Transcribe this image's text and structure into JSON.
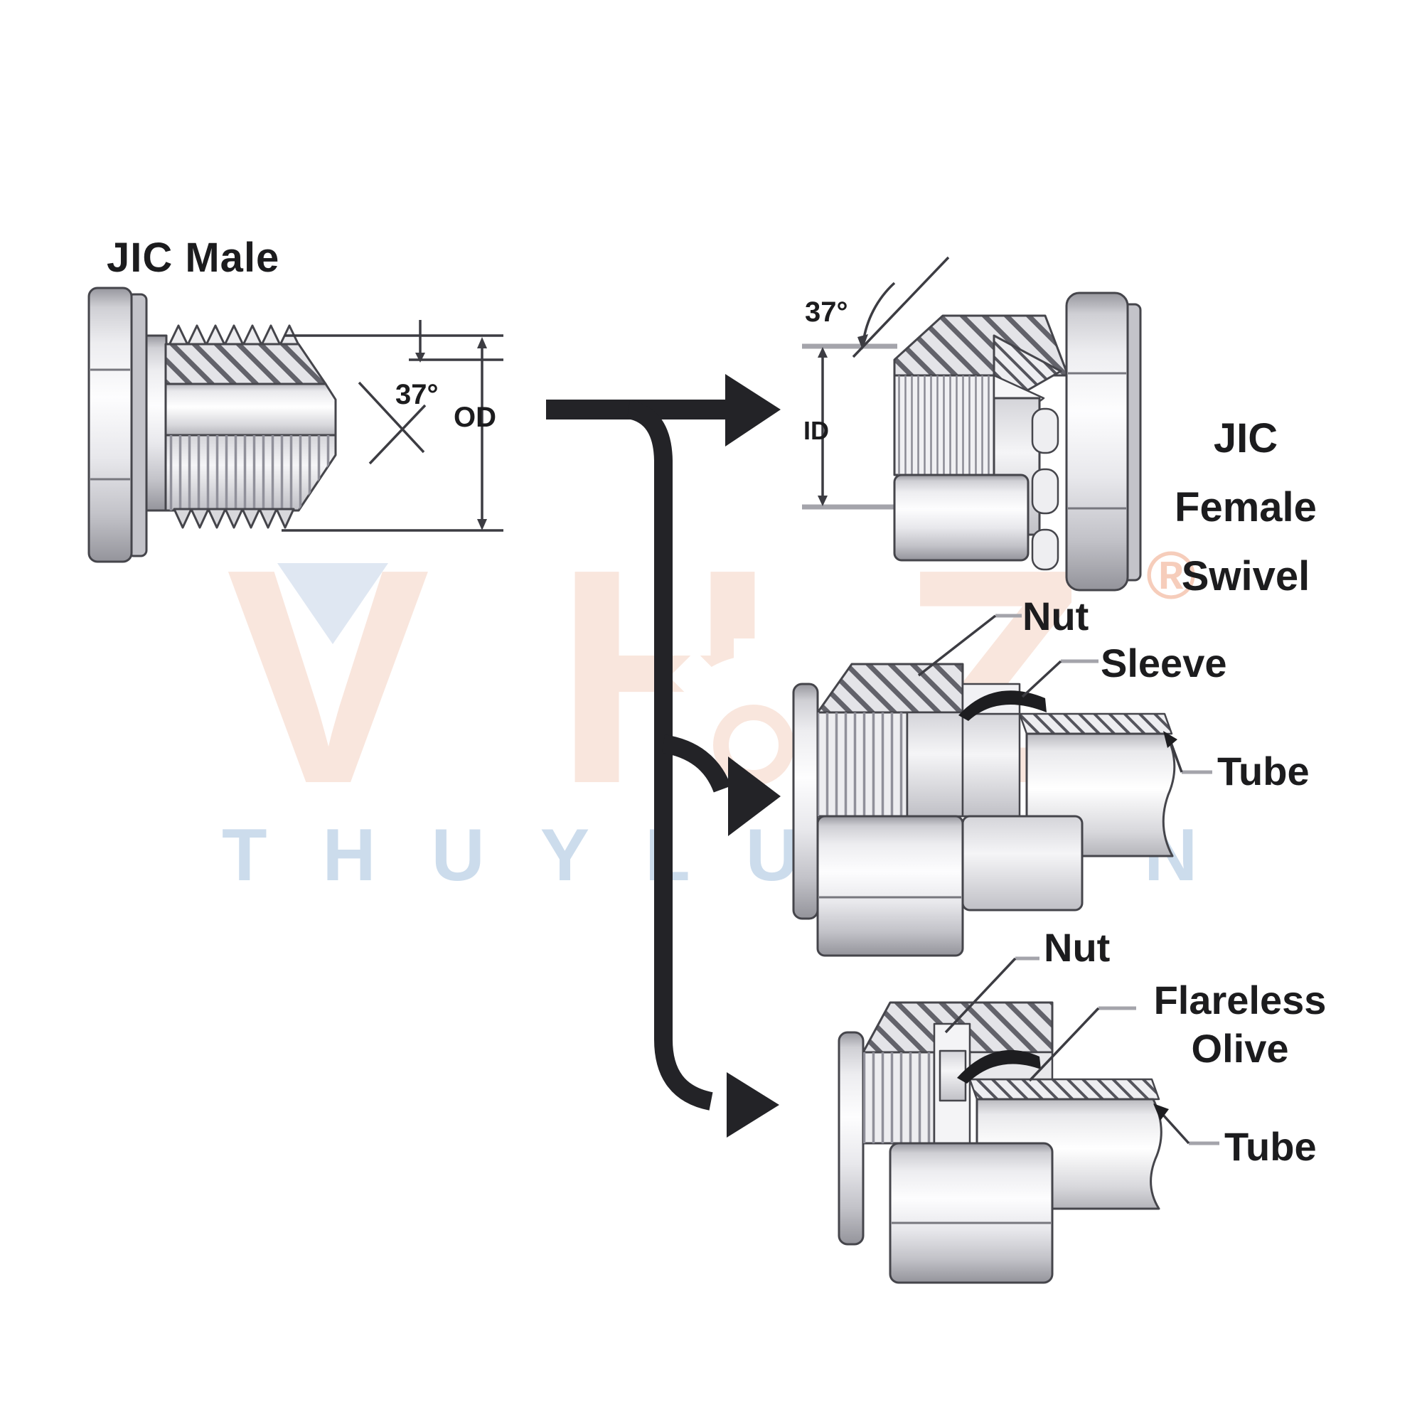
{
  "labels": {
    "jic_male": "JIC Male",
    "male_angle": "37°",
    "male_dim": "OD",
    "female_angle": "37°",
    "female_dim": "ID",
    "female_line1": "JIC",
    "female_line2": "Female",
    "female_line3": "Swivel",
    "sleeve_nut": "Nut",
    "sleeve_sleeve": "Sleeve",
    "sleeve_tube": "Tube",
    "flareless_nut": "Nut",
    "flareless_line1": "Flareless",
    "flareless_line2": "Olive",
    "flareless_tube": "Tube"
  },
  "watermark": {
    "logo_text": "VHZ",
    "registered_mark": "®",
    "website": "THUYLUC.VN"
  },
  "colors": {
    "label_text": "#1c1c1e",
    "arrow_black": "#232327",
    "outline_gray": "#45454b",
    "dim_line": "#3c3c42",
    "ext_gray": "#a4a4ab",
    "watermark_peach": "#f9e6dd",
    "watermark_blue_accent": "#dfe7f2",
    "watermark_text_blue": "#ccdcec",
    "registered_peach": "#f6cdbb",
    "metal_light": "#fdfdfe",
    "metal_dark": "#94949b"
  }
}
